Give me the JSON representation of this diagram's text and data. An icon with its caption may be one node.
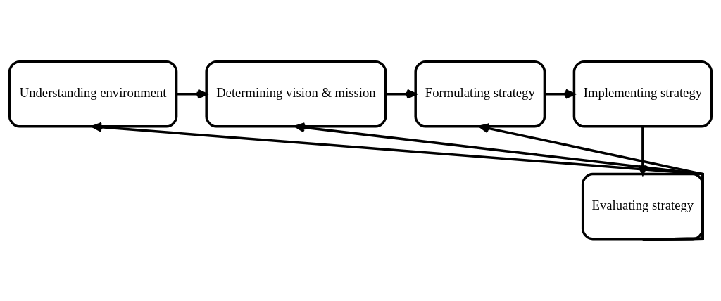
{
  "diagram": {
    "nodes": [
      {
        "text": [
          "Understanding environment"
        ]
      },
      {
        "text": [
          "Determining vision & mission"
        ]
      },
      {
        "text": [
          "Formulating strategy"
        ]
      },
      {
        "text": [
          "Implementing strategy"
        ]
      },
      {
        "text": [
          "Evaluating strategy"
        ]
      }
    ],
    "edges": [
      {
        "from": 0,
        "to": 1,
        "arrow": "to"
      },
      {
        "from": 1,
        "to": 2,
        "arrow": "to"
      },
      {
        "from": 2,
        "to": 3,
        "arrow": "to"
      },
      {
        "from": 3,
        "to": 4,
        "arrow": "to"
      },
      {
        "from": 4,
        "to": 0,
        "arrow": "to"
      },
      {
        "from": 4,
        "to": 1,
        "arrow": "to"
      },
      {
        "from": 4,
        "to": 2,
        "arrow": "to"
      }
    ]
  }
}
